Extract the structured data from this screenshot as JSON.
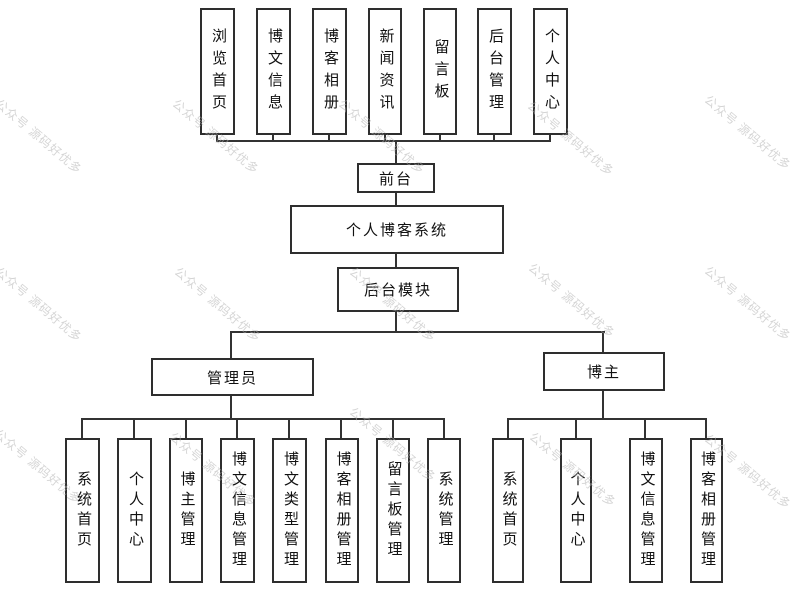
{
  "watermark": {
    "text": "公众号 源码好优多"
  },
  "colors": {
    "line": "#333333",
    "box_border": "#2e2e2e",
    "box_background": "#ffffff",
    "text": "#111111",
    "watermark": "#b3b3b3"
  },
  "diagram": {
    "title_node": "个人博客系统",
    "front_node": "前台",
    "backend_node": "后台模块",
    "admin_node": "管理员",
    "blogger_node": "博主",
    "front_modules": [
      "浏览首页",
      "博文信息",
      "博客相册",
      "新闻资讯",
      "留言板",
      "后台管理",
      "个人中心"
    ],
    "admin_modules": [
      "系统首页",
      "个人中心",
      "博主管理",
      "博文信息管理",
      "博文类型管理",
      "博客相册管理",
      "留言板管理",
      "系统管理"
    ],
    "blogger_modules": [
      "系统首页",
      "个人中心",
      "博文信息管理",
      "博客相册管理"
    ]
  }
}
